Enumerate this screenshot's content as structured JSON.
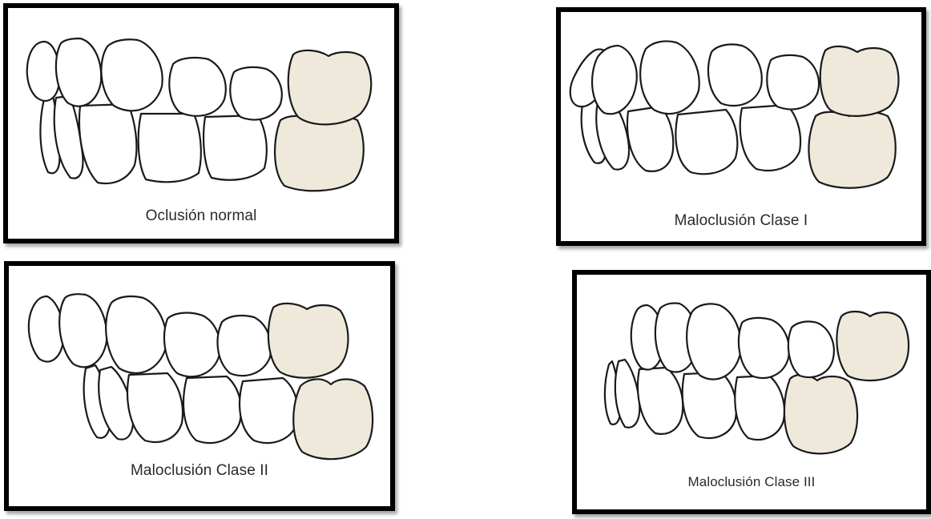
{
  "panels": [
    {
      "caption": "Oclusión normal"
    },
    {
      "caption": "Maloclusión Clase I"
    },
    {
      "caption": "Maloclusión Clase II"
    },
    {
      "caption": "Maloclusión Clase III"
    }
  ],
  "colors": {
    "molar_fill": "#efe9dc",
    "tooth_fill": "#ffffff",
    "outline": "#1a1a1a",
    "border": "#000000"
  }
}
